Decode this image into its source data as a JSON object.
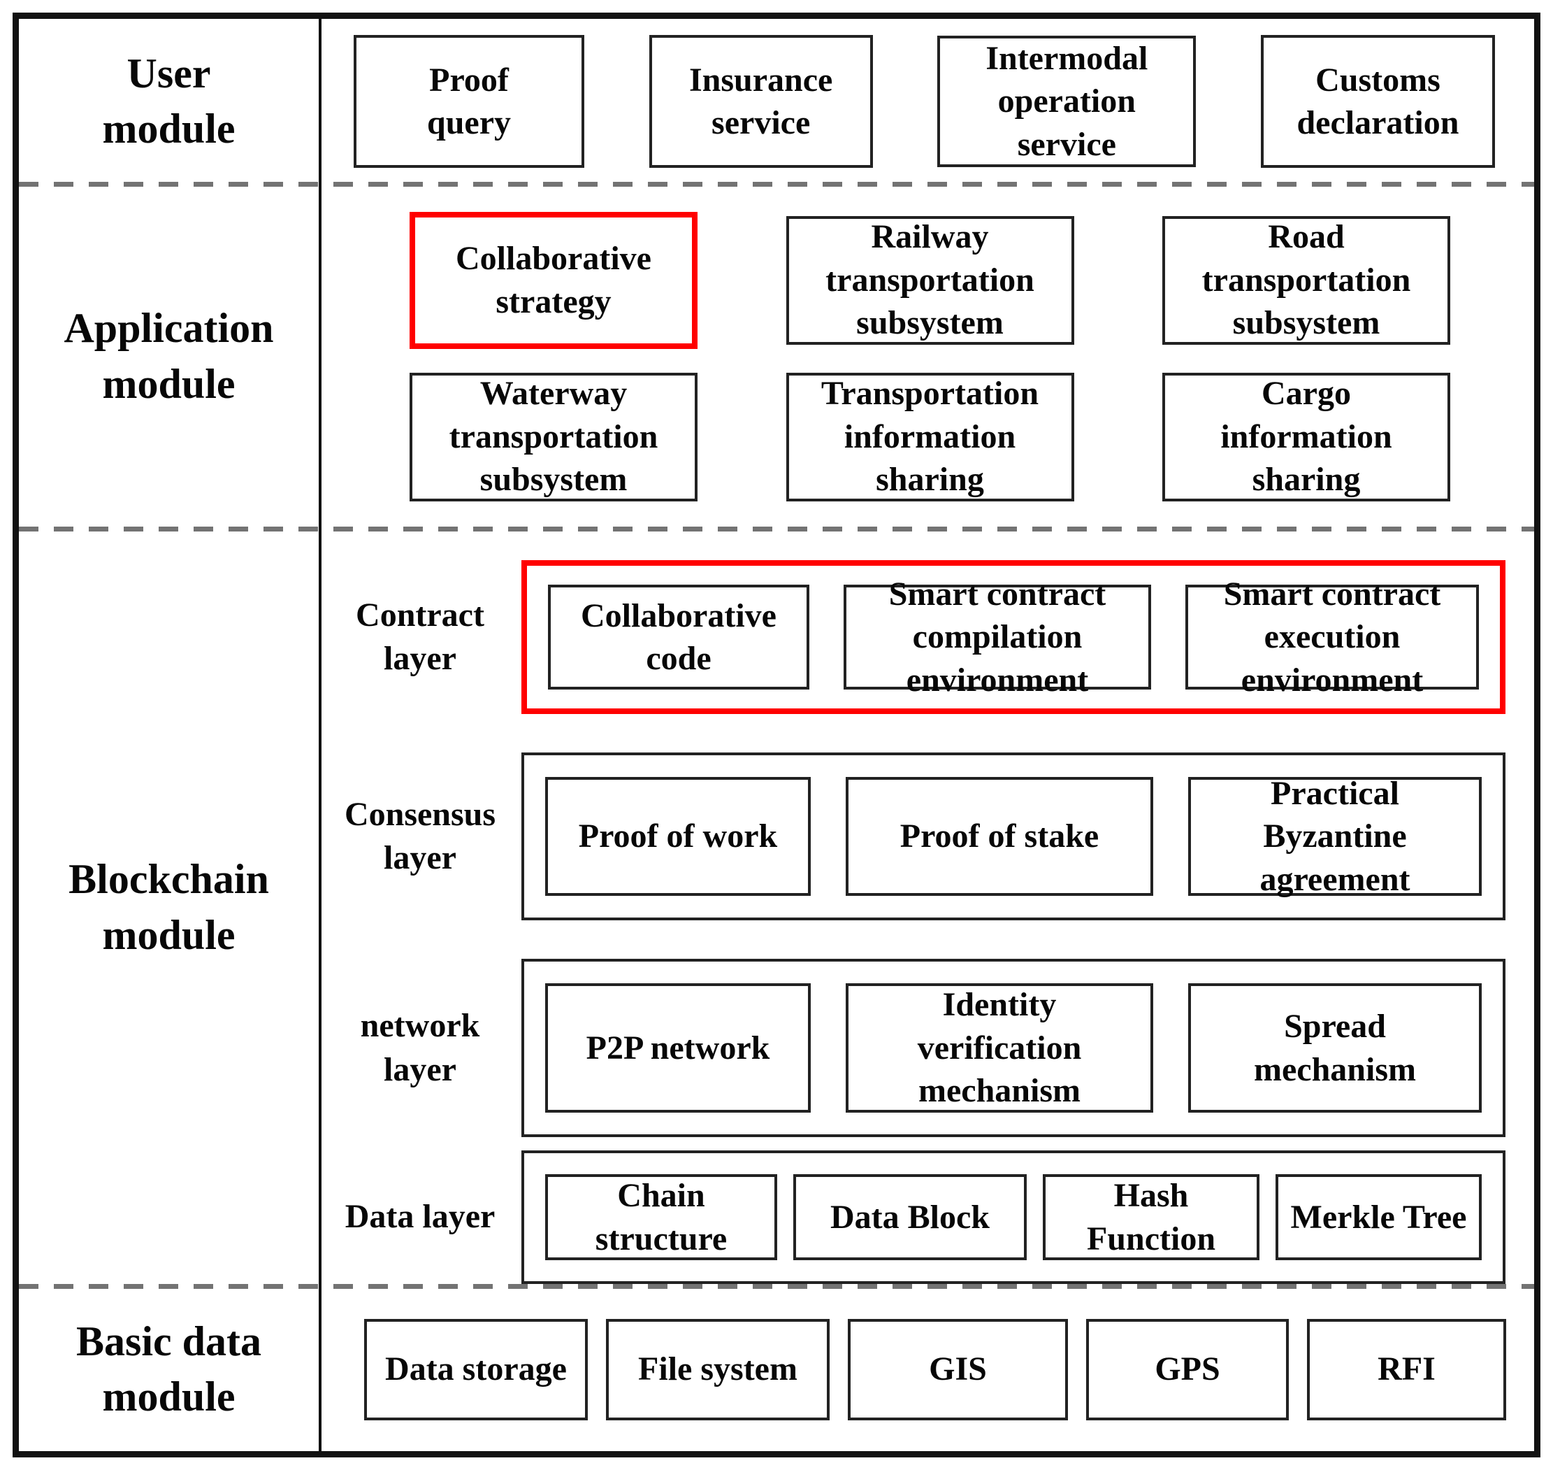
{
  "colors": {
    "highlight": "#ff0000",
    "border": "#222222",
    "frame": "#111111",
    "dash": "#737373",
    "text": "#070707"
  },
  "modules": {
    "user": {
      "label": "User\nmodule",
      "boxes": [
        {
          "label": "Proof\nquery"
        },
        {
          "label": "Insurance\nservice"
        },
        {
          "label": "Intermodal\noperation\nservice"
        },
        {
          "label": "Customs\ndeclaration"
        }
      ]
    },
    "application": {
      "label": "Application\nmodule",
      "rows": [
        [
          {
            "label": "Collaborative\nstrategy",
            "highlight": true
          },
          {
            "label": "Railway\ntransportation\nsubsystem"
          },
          {
            "label": "Road\ntransportation\nsubsystem"
          }
        ],
        [
          {
            "label": "Waterway\ntransportation\nsubsystem"
          },
          {
            "label": "Transportation\ninformation\nsharing"
          },
          {
            "label": "Cargo\ninformation\nsharing"
          }
        ]
      ]
    },
    "blockchain": {
      "label": "Blockchain\nmodule",
      "layers": [
        {
          "label": "Contract\nlayer",
          "highlight": true,
          "boxes": [
            {
              "label": "Collaborative\ncode"
            },
            {
              "label": "Smart contract\ncompilation\nenvironment"
            },
            {
              "label": "Smart contract\nexecution\nenvironment"
            }
          ]
        },
        {
          "label": "Consensus\nlayer",
          "highlight": false,
          "boxes": [
            {
              "label": "Proof of work"
            },
            {
              "label": "Proof of stake"
            },
            {
              "label": "Practical\nByzantine\nagreement"
            }
          ]
        },
        {
          "label": "network\nlayer",
          "highlight": false,
          "boxes": [
            {
              "label": "P2P network"
            },
            {
              "label": "Identity\nverification\nmechanism"
            },
            {
              "label": "Spread\nmechanism"
            }
          ]
        },
        {
          "label": "Data layer",
          "highlight": false,
          "boxes": [
            {
              "label": "Chain\nstructure"
            },
            {
              "label": "Data Block"
            },
            {
              "label": "Hash\nFunction"
            },
            {
              "label": "Merkle Tree"
            }
          ]
        }
      ]
    },
    "basic_data": {
      "label": "Basic data\nmodule",
      "boxes": [
        {
          "label": "Data storage"
        },
        {
          "label": "File system"
        },
        {
          "label": "GIS"
        },
        {
          "label": "GPS"
        },
        {
          "label": "RFI"
        }
      ]
    }
  }
}
